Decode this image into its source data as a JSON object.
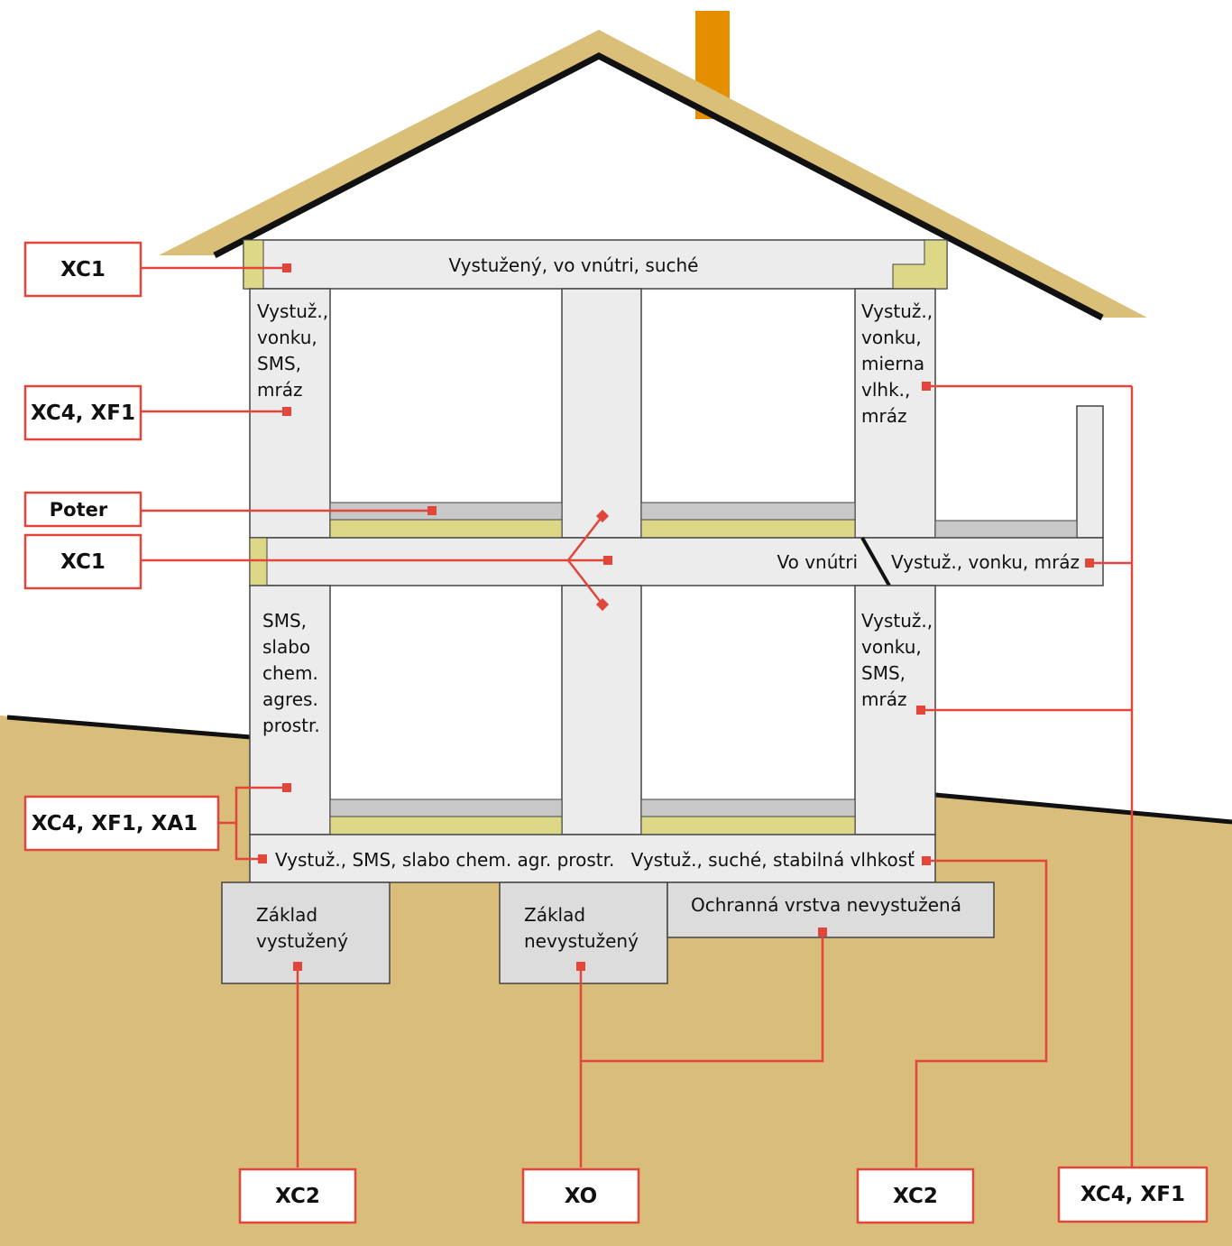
{
  "colors": {
    "roof": "#d9bf77",
    "roof_shadow": "#111111",
    "chimney": "#e58e00",
    "concrete": "#ececec",
    "concrete_edge": "#444444",
    "ground": "#d9bd7a",
    "insulation": "#ddd888",
    "screed": "#c8c8c8",
    "foundation": "#dcdcdc",
    "leader": "#e2453a",
    "tag_border": "#e2453a"
  },
  "tags": {
    "xc1_top": "XC1",
    "xc4_xf1_left": "XC4, XF1",
    "poter": "Poter",
    "xc1_mid": "XC1",
    "xc4_xf1_xa1": "XC4, XF1, XA1",
    "xc2_left": "XC2",
    "x0": "XO",
    "xc2_right": "XC2",
    "xc4_xf1_right": "XC4, XF1"
  },
  "labels": {
    "roof_slab": "Vystužený, vo vnútri, suché",
    "left_wall_upper": [
      "Vystuž.,",
      "vonku,",
      "SMS,",
      "mráz"
    ],
    "right_wall_upper": [
      "Vystuž.,",
      "vonku,",
      "mierna",
      "vlhk.,",
      "mráz"
    ],
    "mid_slab_inside": "Vo vnútri",
    "balcony": "Vystuž., vonku, mráz",
    "left_wall_lower": [
      "SMS,",
      "slabo",
      "chem.",
      "agres.",
      "prostr."
    ],
    "right_wall_lower": [
      "Vystuž.,",
      "vonku,",
      "SMS,",
      "mráz"
    ],
    "base_slab_left": "Vystuž., SMS, slabo chem. agr. prostr.",
    "base_slab_right": "Vystuž., suché, stabilná vlhkosť",
    "foundation_left": [
      "Základ",
      "vystužený"
    ],
    "foundation_mid": [
      "Základ",
      "nevystužený"
    ],
    "protective_layer": "Ochranná vrstva nevystužená"
  }
}
